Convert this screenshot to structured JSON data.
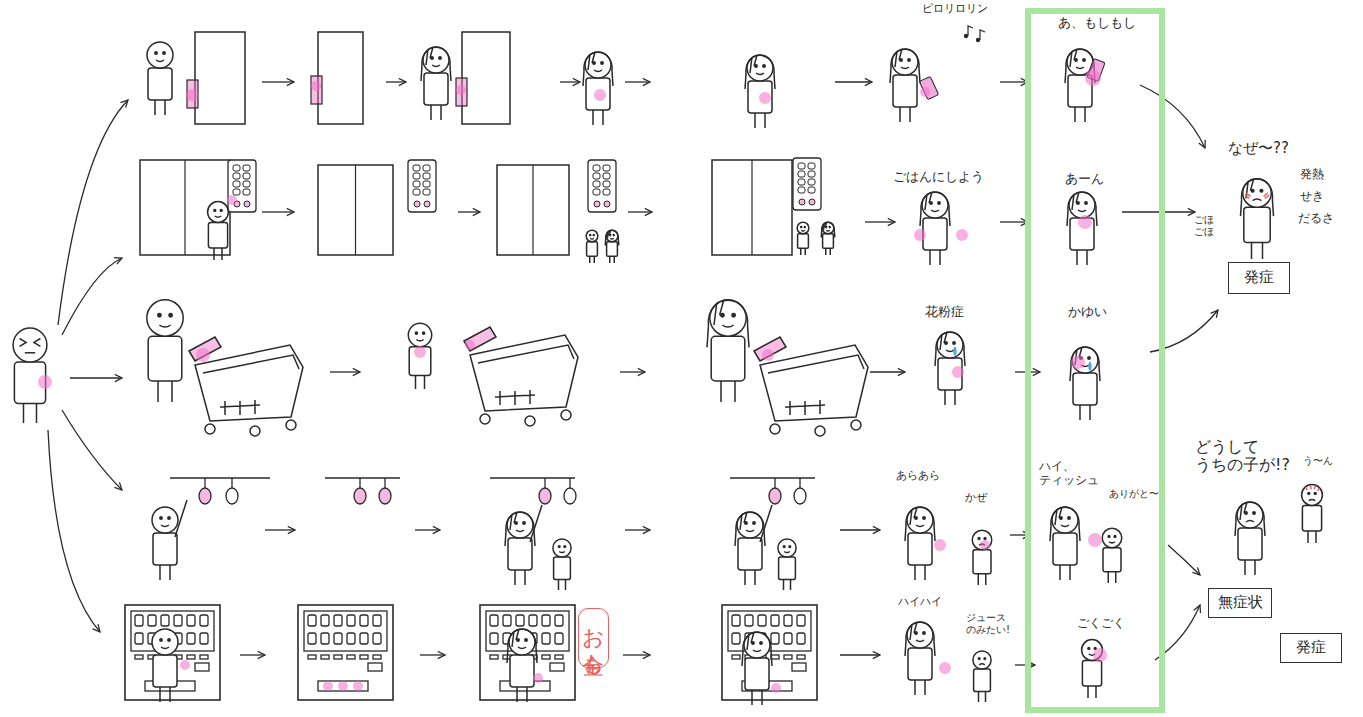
{
  "diagram": {
    "nodes": [
      {
        "text": [
          "あ、もしもし",
          "あーん",
          "かゆい",
          "ハイ、 ティッシュ",
          "ありがと〜",
          "ごくごく"
        ]
      },
      {
        "text": [
          "発症"
        ]
      },
      {
        "text": [
          "無症状"
        ]
      },
      {
        "text": [
          "発症"
        ]
      }
    ],
    "labels": [
      "ピロリロリン",
      "ごはんにしよう",
      "花粉症",
      "あらあら",
      "かぜ",
      "お金も",
      "ハイハイ",
      "ジュース のみたい!",
      "なぜ〜??",
      "ごほ ごほ",
      "発熱",
      "せき",
      "だるさ",
      "どうして うちの子が!?",
      "う〜ん"
    ]
  }
}
